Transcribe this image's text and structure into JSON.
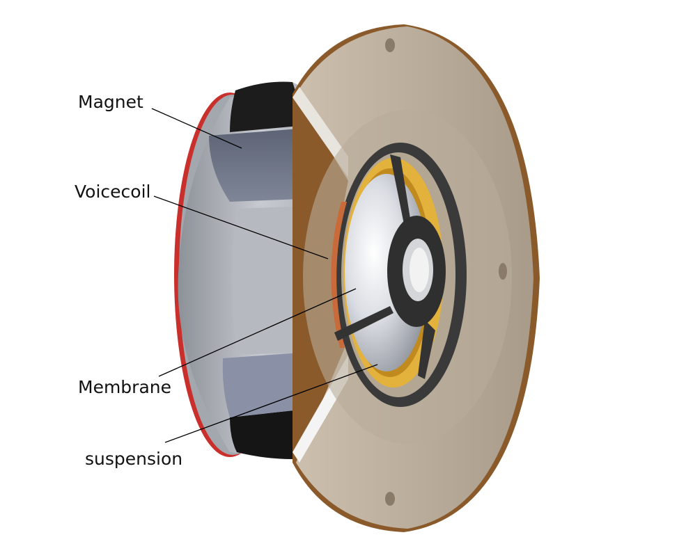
{
  "labels": {
    "magnet": "Magnet",
    "voicecoil": "Voicecoil",
    "membrane": "Membrane",
    "suspension": "suspension"
  },
  "colors": {
    "faceplate": "#b7aa98",
    "faceplate_edge": "#8a5a2a",
    "magnet_dark": "#1a1a1a",
    "magnet_face": "#6f7686",
    "pole_body": "#b9bcc2",
    "gasket": "#e3b23c",
    "surround": "#3b3b3b",
    "coil": "#c96a3a",
    "back_edge": "#c9302c",
    "leader_line": "#000000"
  }
}
